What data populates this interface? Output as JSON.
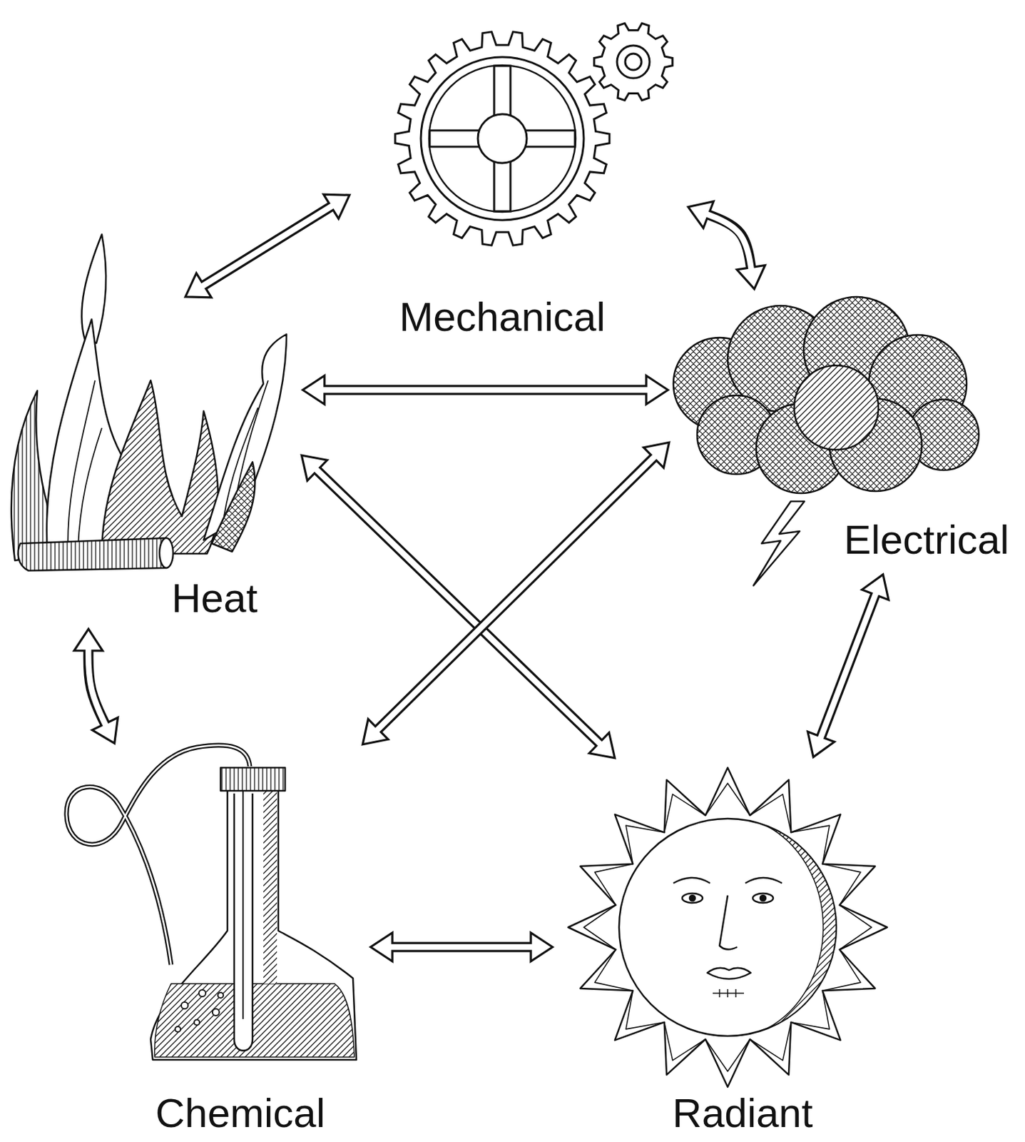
{
  "diagram": {
    "nodes": [
      {
        "text": [
          "Mechanical"
        ]
      },
      {
        "text": [
          "Heat"
        ]
      },
      {
        "text": [
          "Electrical"
        ]
      },
      {
        "text": [
          "Chemical"
        ]
      },
      {
        "text": [
          "Radiant"
        ]
      }
    ],
    "edges": [
      {
        "from": 1,
        "to": 0,
        "arrow": "both"
      },
      {
        "from": 0,
        "to": 2,
        "arrow": "both"
      },
      {
        "from": 1,
        "to": 2,
        "arrow": "both"
      },
      {
        "from": 1,
        "to": 4,
        "arrow": "both"
      },
      {
        "from": 3,
        "to": 2,
        "arrow": "both"
      },
      {
        "from": 1,
        "to": 3,
        "arrow": "both"
      },
      {
        "from": 3,
        "to": 4,
        "arrow": "both"
      },
      {
        "from": 2,
        "to": 4,
        "arrow": "both"
      }
    ]
  }
}
